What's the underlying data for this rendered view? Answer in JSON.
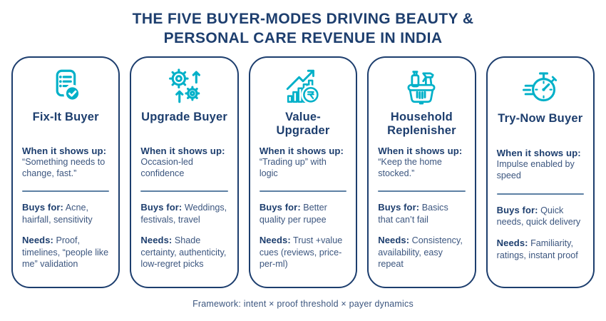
{
  "header": {
    "lines": [
      "THE FIVE BUYER-MODES DRIVING BEAUTY &",
      "PERSONAL CARE REVENUE IN INDIA"
    ]
  },
  "cards": [
    {
      "icon": "document-check-icon",
      "title": "Fix-It Buyer",
      "when_label": "When it shows up:",
      "when": "“Something needs to change, fast.”",
      "buys_label": "Buys for:",
      "buys": "Acne, hairfall, sensitivity",
      "needs_label": "Needs:",
      "needs": "Proof, timelines, “people like me” validation"
    },
    {
      "icon": "gears-upgrade-icon",
      "title": "Upgrade Buyer",
      "when_label": "When it shows up:",
      "when": "Occasion-led confidence",
      "buys_label": "Buys for:",
      "buys": "Weddings, festivals, travel",
      "needs_label": "Needs:",
      "needs": "Shade certainty, authenticity, low-regret picks"
    },
    {
      "icon": "growth-chart-rupee-icon",
      "title": "Value-Upgrader",
      "when_label": "When it shows up:",
      "when": "“Trading up” with logic",
      "buys_label": "Buys for:",
      "buys": "Better quality per rupee",
      "needs_label": "Needs:",
      "needs": "Trust +value cues (reviews, price-per-ml)"
    },
    {
      "icon": "household-basket-icon",
      "title": "Household Replenisher",
      "when_label": "When it shows up:",
      "when": "“Keep the home stocked.”",
      "buys_label": "Buys for:",
      "buys": "Basics that can’t fail",
      "needs_label": "Needs:",
      "needs": "Consistency, availability, easy repeat"
    },
    {
      "icon": "stopwatch-icon",
      "title": "Try-Now Buyer",
      "when_label": "When it shows up:",
      "when": "Impulse enabled by speed",
      "buys_label": "Buys for:",
      "buys": "Quick needs, quick delivery",
      "needs_label": "Needs:",
      "needs": "Familiarity, ratings, instant proof"
    }
  ],
  "footer": "Framework: intent × proof threshold × payer dynamics",
  "colors": {
    "navy": "#1d3e6e",
    "teal": "#00b0c8",
    "body": "#3c567f",
    "divider": "#5d80a4"
  }
}
